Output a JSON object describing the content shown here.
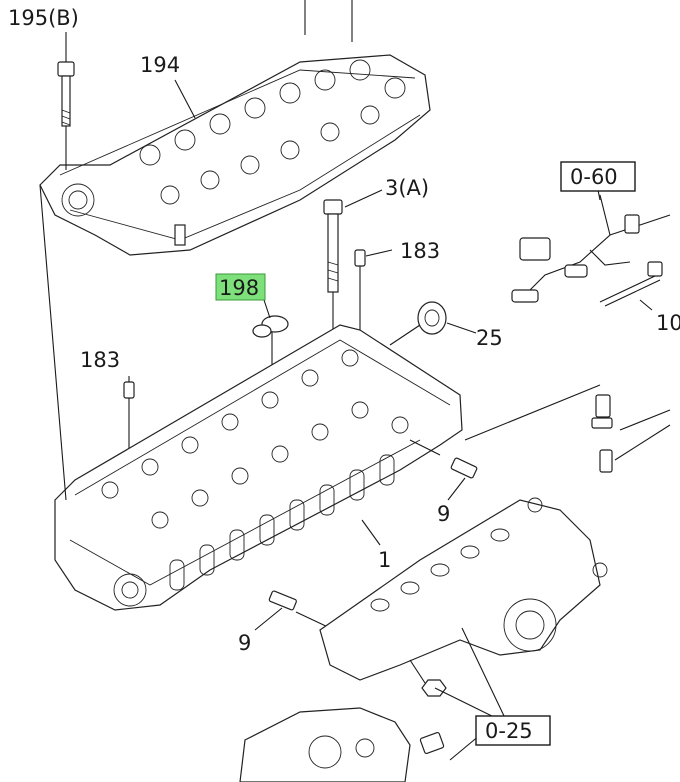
{
  "callouts": {
    "c195b": "195(B)",
    "c194": "194",
    "c3a": "3(A)",
    "c183a": "183",
    "c198": "198",
    "c25": "25",
    "c183b": "183",
    "c060": "0-60",
    "c10": "10",
    "c9a": "9",
    "c1": "1",
    "c9b": "9",
    "c025": "0-25"
  },
  "highlight_color": "#7ee07a"
}
